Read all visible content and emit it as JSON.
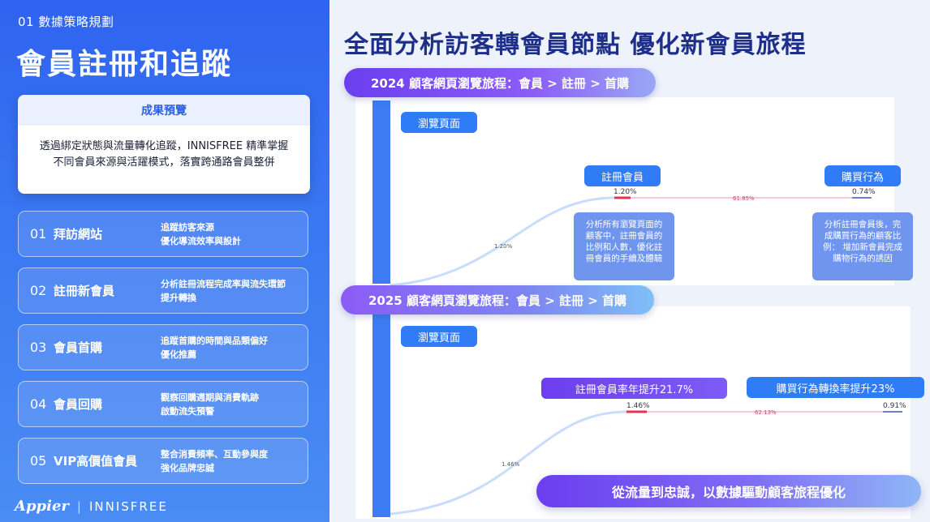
{
  "left": {
    "eyebrow": "01 數據策略規劃",
    "title": "會員註冊和追蹤",
    "preview": {
      "heading": "成果預覽",
      "body_line1": "透過綁定狀態與流量轉化追蹤，INNISFREE 精準掌握",
      "body_line2": "不同會員來源與活躍模式，落實跨通路會員整併"
    },
    "steps": [
      {
        "no": "01",
        "name": "拜訪網站",
        "desc1": "追蹤訪客來源",
        "desc2": "優化導流效率與設計"
      },
      {
        "no": "02",
        "name": "註冊新會員",
        "desc1": "分析註冊流程完成率與流失環節",
        "desc2": "提升轉換"
      },
      {
        "no": "03",
        "name": "會員首購",
        "desc1": "追蹤首購的時間與品類偏好",
        "desc2": "優化推薦"
      },
      {
        "no": "04",
        "name": "會員回購",
        "desc1": "觀察回購週期與消費軌跡",
        "desc2": "啟動流失預警"
      },
      {
        "no": "05",
        "name": "VIP高價值會員",
        "desc1": "整合消費頻率、互動參與度",
        "desc2": "強化品牌忠誠"
      }
    ],
    "brand": {
      "appier": "Appier",
      "sep": "|",
      "innisfree": "INNISFREE"
    }
  },
  "right": {
    "title": "全面分析訪客轉會員節點 優化新會員旅程",
    "journey2024": {
      "header": "2024 顧客網頁瀏覽旅程：會員 > 註冊 > 首購",
      "browse": "瀏覽頁面",
      "register": "註冊會員",
      "purchase": "購買行為",
      "pct_flow": "1.20%",
      "pct_register": "1.20%",
      "pct_mid": "61.85%",
      "pct_purchase": "0.74%",
      "note_register": [
        "分析所有瀏覽頁面的",
        "顧客中，註冊會員的",
        "比例和人數，優化註",
        "冊會員的手續及體驗"
      ],
      "note_purchase": [
        "分析註冊會員後，完",
        "成購買行為的顧客比",
        "例： 增加新會員完成",
        "購物行為的誘因"
      ]
    },
    "journey2025": {
      "header": "2025 顧客網頁瀏覽旅程：會員 > 註冊 > 首購",
      "browse": "瀏覽頁面",
      "register": "註冊會員率年提升21.7%",
      "purchase": "購買行為轉換率提升23%",
      "pct_flow": "1.46%",
      "pct_register": "1.46%",
      "pct_mid": "62.13%",
      "pct_purchase": "0.91%"
    },
    "banner": "從流量到忠誠，以數據驅動顧客旅程優化"
  },
  "colors": {
    "accent_blue": "#2f7cf6",
    "accent_purple": "#6b3ef0",
    "title_navy": "#1e2f8a",
    "flow_red": "#e8334f"
  }
}
